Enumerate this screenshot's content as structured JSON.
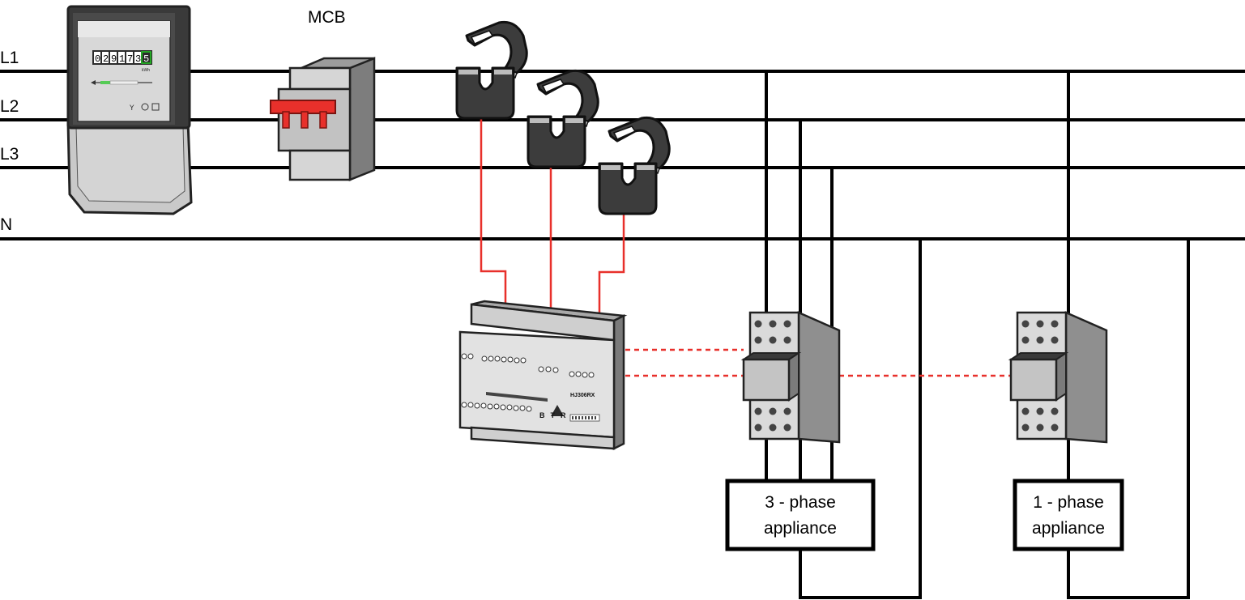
{
  "lines": {
    "l1": "L1",
    "l2": "L2",
    "l3": "L3",
    "n": "N"
  },
  "mcb_label": "MCB",
  "meter": {
    "digits": [
      "0",
      "2",
      "9",
      "1",
      "7",
      "3",
      "5"
    ],
    "unit": "kWh"
  },
  "controller": {
    "model": "HJ306RX",
    "logo": "BTR"
  },
  "appliances": {
    "three_phase": {
      "line1": "3 - phase",
      "line2": "appliance"
    },
    "single_phase": {
      "line1": "1 - phase",
      "line2": "appliance"
    }
  },
  "colors": {
    "bus": "#000000",
    "sensor_wire": "#e8302b",
    "control_link": "#e8302b",
    "mcb_toggle": "#e8302b",
    "clamp_body": "#3c3c3c",
    "device_grey": "#bfbfbf",
    "meter_display": "#2b2b2b",
    "meter_highlight": "#22cc22"
  },
  "icons": {
    "meter": "energy-meter-icon",
    "mcb": "circuit-breaker-icon",
    "clamp": "current-clamp-icon",
    "controller": "din-rail-controller-icon",
    "contactor": "contactor-icon"
  }
}
